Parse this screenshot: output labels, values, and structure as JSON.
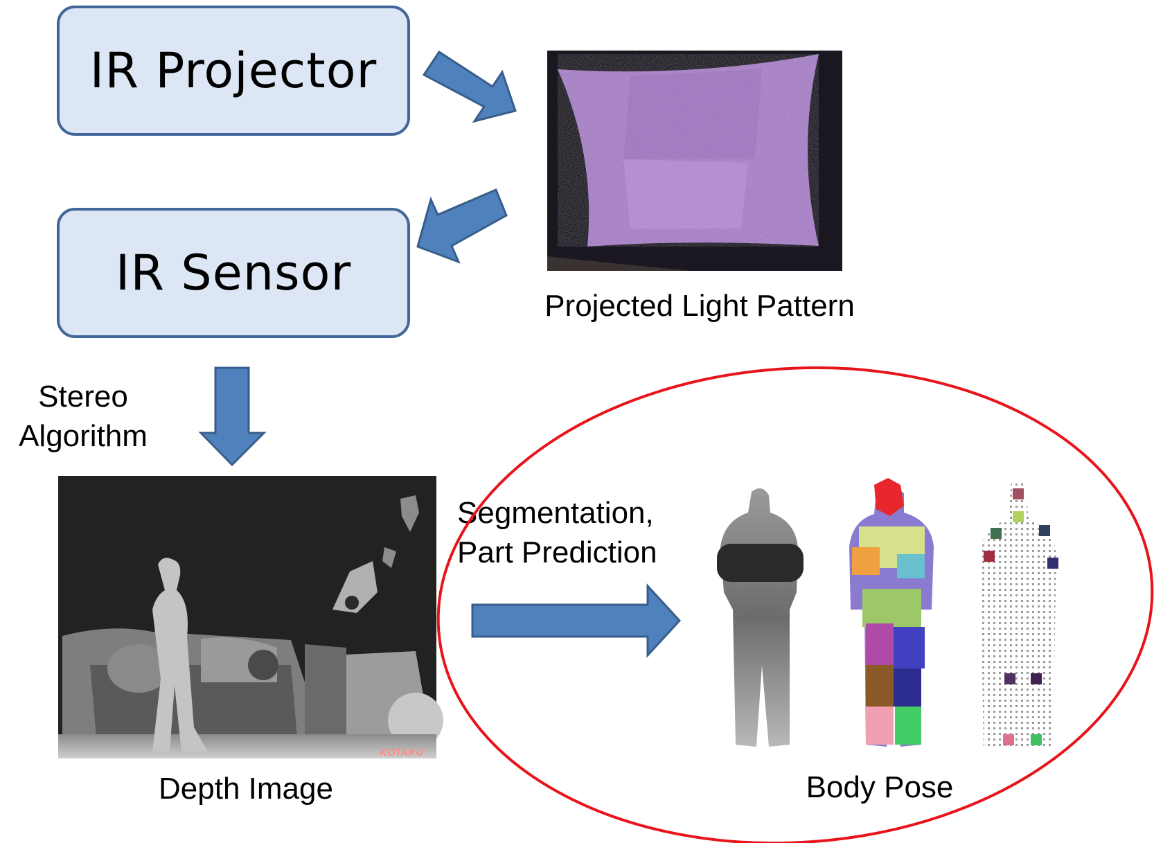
{
  "nodes": {
    "ir_projector": "IR Projector",
    "ir_sensor": "IR Sensor"
  },
  "labels": {
    "projected_light_pattern": "Projected Light Pattern",
    "stereo_algorithm_line1": "Stereo",
    "stereo_algorithm_line2": "Algorithm",
    "depth_image": "Depth Image",
    "segmentation_line1": "Segmentation,",
    "segmentation_line2": "Part Prediction",
    "body_pose": "Body Pose",
    "watermark": "KOTAKU"
  },
  "colors": {
    "arrow_fill": "#4f81bd",
    "arrow_stroke": "#385d8a",
    "box_fill": "#dde6f4",
    "box_stroke": "#41679a",
    "highlight_ellipse": "#e8141b",
    "pattern_purple": "#b07fd8"
  }
}
